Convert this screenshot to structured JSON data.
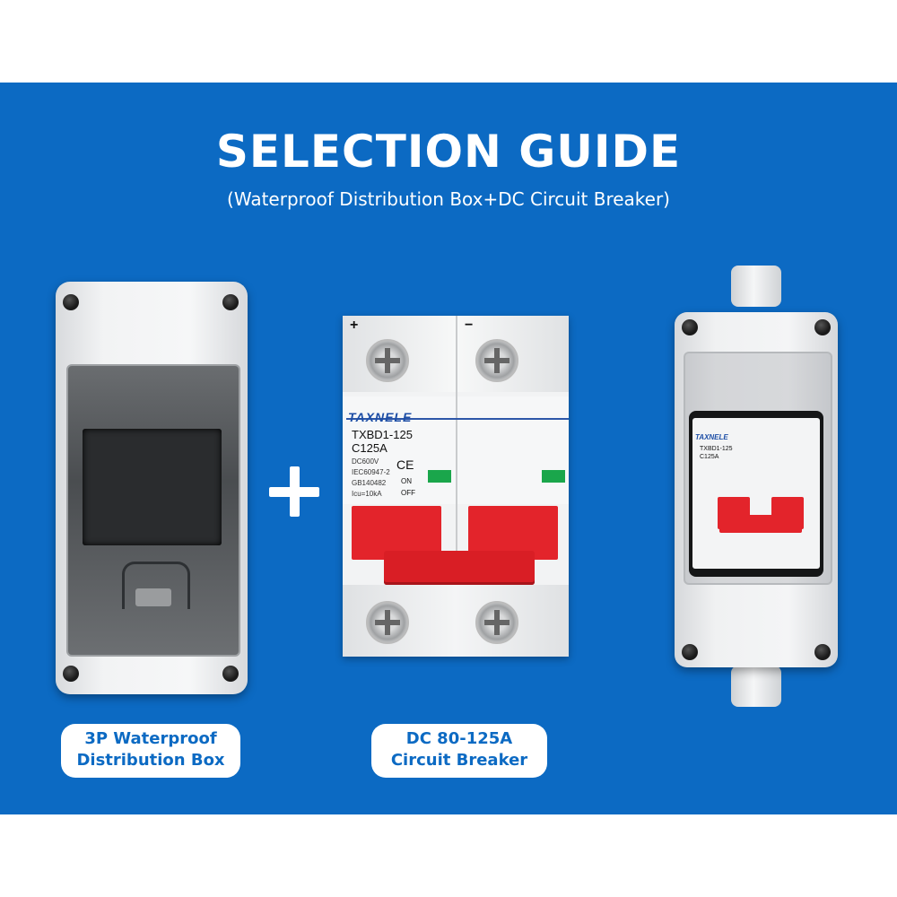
{
  "header": {
    "title": "SELECTION GUIDE",
    "subtitle": "(Waterproof  Distribution Box+DC Circuit Breaker)"
  },
  "products": {
    "box": {
      "label_line1": "3P Waterproof",
      "label_line2": "Distribution Box"
    },
    "breaker": {
      "label_line1": "DC  80-125A",
      "label_line2": "Circuit Breaker",
      "plus_sign": "+",
      "minus_sign": "−",
      "brand": "TAXNELE",
      "model": "TXBD1-125",
      "rating": "C125A",
      "voltage": "DC600V",
      "standard1": "IEC60947-2",
      "standard2": "GB140482",
      "icu": "Icu=10kA",
      "ce": "CE",
      "on": "ON",
      "off": "OFF"
    },
    "assembled": {
      "brand": "TAXNELE",
      "model": "TXBD1-125",
      "rating": "C125A"
    }
  },
  "colors": {
    "banner": "#0c6ac3",
    "label_text": "#0c6ac3",
    "handle": "#e3242b",
    "indicator": "#1aa64b"
  }
}
